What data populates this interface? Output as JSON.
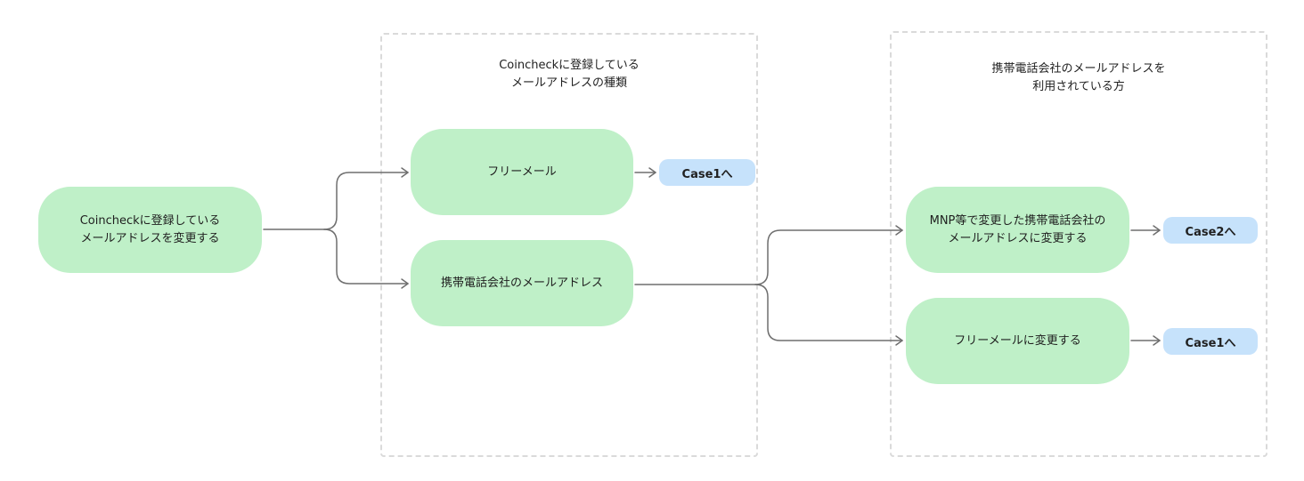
{
  "groups": {
    "email_type": {
      "title": "Coincheckに登録している\nメールアドレスの種類"
    },
    "carrier_users": {
      "title": "携帯電話会社のメールアドレスを\n利用されている方"
    }
  },
  "nodes": {
    "start": "Coincheckに登録している\nメールアドレスを変更する",
    "free_mail": "フリーメール",
    "carrier_mail": "携帯電話会社のメールアドレス",
    "mnp_change": "MNP等で変更した携帯電話会社の\nメールアドレスに変更する",
    "to_free_mail": "フリーメールに変更する"
  },
  "cases": {
    "case_free": "Case1へ",
    "case_mnp": "Case2へ",
    "case_to_free": "Case1へ"
  },
  "colors": {
    "node_fill": "#bff0c8",
    "case_fill": "#c6e2fb",
    "connector": "#6e6e6e",
    "group_border": "#dadada"
  }
}
